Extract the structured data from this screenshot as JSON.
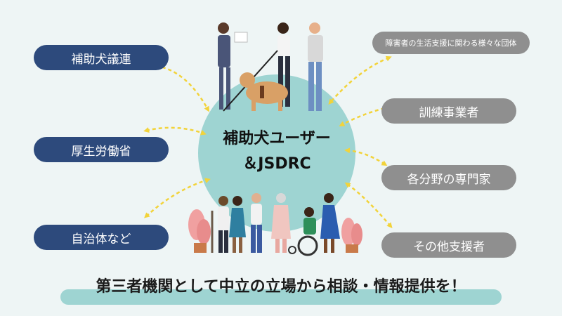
{
  "center": {
    "line1": "補助犬ユーザー",
    "line2": "＆JSDRC"
  },
  "left_groups": [
    "補助犬議連",
    "厚生労働省",
    "自治体など"
  ],
  "right_groups": [
    "障害者の生活支援に関わる様々な団体",
    "訓練事業者",
    "各分野の専門家",
    "その他支援者"
  ],
  "footer": "第三者機関として中立の立場から相談・情報提供を！",
  "icons": {
    "arrows": "dashed-double-arrow-icon",
    "people_top": "people-with-guide-dog-illustration",
    "people_bottom": "diverse-people-illustration",
    "plants": "potted-plant-icon"
  },
  "colors": {
    "left_pill": "#2d4a7c",
    "right_pill": "#8f8f8f",
    "circle": "#9ed4d2",
    "arrow": "#f2d33a",
    "background": "#eef5f5"
  }
}
